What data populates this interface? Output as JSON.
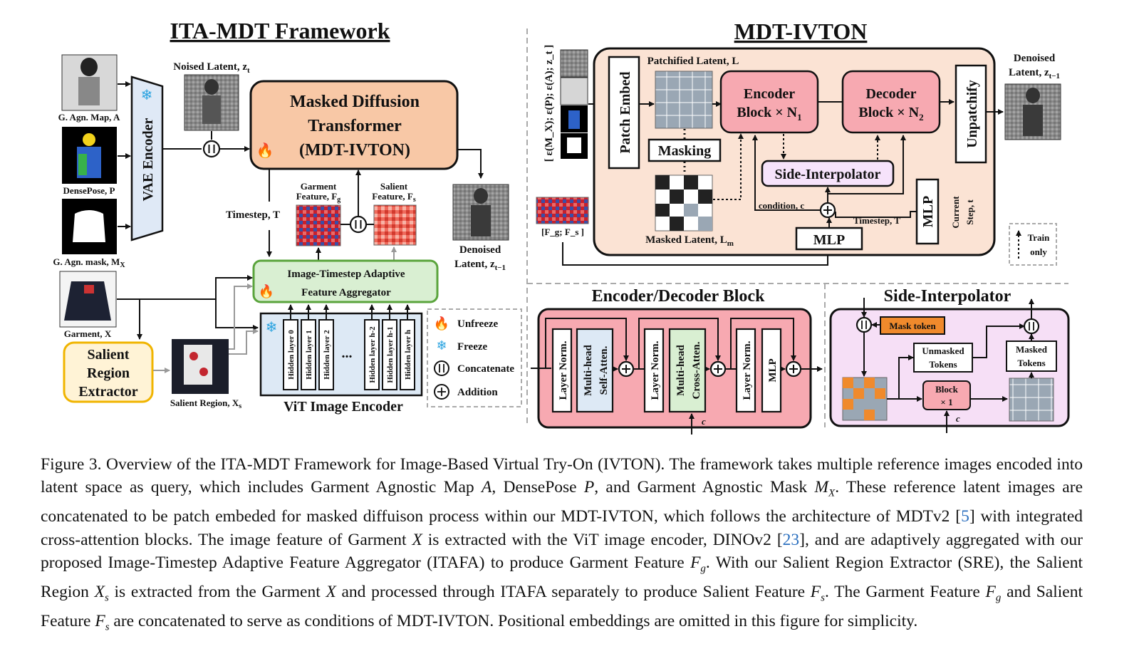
{
  "left": {
    "title": "ITA-MDT Framework",
    "inputs": {
      "agn_map": "G. Agn. Map, A",
      "densepose": "DensePose, P",
      "agn_mask": "G. Agn. mask, M",
      "agn_mask_sub": "X",
      "garment": "Garment, X",
      "salient_region": "Salient Region, X",
      "salient_region_sub": "s"
    },
    "vae_encoder": "VAE Encoder",
    "noised_latent": "Noised Latent, z",
    "noised_latent_sub": "t",
    "mdt": {
      "line1": "Masked Diffusion",
      "line2": "Transformer",
      "line3": "(MDT-IVTON)"
    },
    "timestep": "Timestep, T",
    "garment_feature": {
      "line1": "Garment",
      "line2": "Feature, F",
      "sub": "g"
    },
    "salient_feature": {
      "line1": "Salient",
      "line2": "Feature, F",
      "sub": "s"
    },
    "denoised": {
      "line1": "Denoised",
      "line2": "Latent, z",
      "sub": "t−1"
    },
    "itafa": {
      "line1": "Image-Timestep Adaptive",
      "line2": "Feature Aggregator"
    },
    "sre": {
      "line1": "Salient",
      "line2": "Region",
      "line3": "Extractor"
    },
    "vit": {
      "label": "ViT Image Encoder",
      "layers": [
        "Hidden layer 0",
        "Hidden layer 1",
        "Hidden layer 2",
        "Hidden layer h-2",
        "Hidden layer h-1",
        "Hidden layer h"
      ],
      "dots": "..."
    },
    "legend": {
      "unfreeze": "Unfreeze",
      "freeze": "Freeze",
      "concatenate": "Concatenate",
      "addition": "Addition"
    }
  },
  "right": {
    "title": "MDT-IVTON",
    "input_label": "[ ε(M_X); ε(P); ε(A); z_t ]",
    "fgfs_label": "[F_g; F_s ]",
    "patch_embed": "Patch Embed",
    "patchified_latent": "Patchified Latent, L",
    "masking": "Masking",
    "masked_latent": "Masked Latent, L",
    "masked_latent_sub": "m",
    "encoder_block": {
      "line1": "Encoder",
      "line2": "Block × N",
      "sub": "1"
    },
    "decoder_block": {
      "line1": "Decoder",
      "line2": "Block × N",
      "sub": "2"
    },
    "side_interpolator": "Side-Interpolator",
    "unpatchify": "Unpatchify",
    "condition": "condition, c",
    "timestep": "Timestep, T",
    "mlp": "MLP",
    "current_step": {
      "line1": "Current",
      "line2": "Step, t"
    },
    "denoised": {
      "line1": "Denoised",
      "line2": "Latent, z",
      "sub": "t−1"
    },
    "train_only": {
      "line1": "Train",
      "line2": "only"
    }
  },
  "bottom": {
    "encdec_title": "Encoder/Decoder Block",
    "layer_norm": "Layer Norm.",
    "mhsa": {
      "line1": "Multi-head",
      "line2": "Self-Atten."
    },
    "mhca": {
      "line1": "Multi-head",
      "line2": "Cross-Atten."
    },
    "mlp": "MLP",
    "c": "c",
    "side_title": "Side-Interpolator",
    "mask_token": "Mask token",
    "unmasked_tokens": {
      "line1": "Unmasked",
      "line2": "Tokens"
    },
    "masked_tokens": {
      "line1": "Masked",
      "line2": "Tokens"
    },
    "block": {
      "line1": "Block",
      "line2": "× 1"
    }
  },
  "caption": {
    "p1": "Figure 3. Overview of the ITA-MDT Framework for Image-Based Virtual Try-On (IVTON). The framework takes multiple reference images encoded into latent space as query, which includes Garment Agnostic Map ",
    "m_A": "A",
    "p2": ", DensePose ",
    "m_P": "P",
    "p3": ", and Garment Agnostic Mask ",
    "m_MX": "M",
    "m_MX_sub": "X",
    "p4": ". These reference latent images are concatenated to be patch embeded for masked diffuison process within our MDT-IVTON, which follows the architecture of MDTv2 [",
    "cite1": "5",
    "p5": "] with integrated cross-attention blocks. The image feature of Garment ",
    "m_X1": "X",
    "p6": " is extracted with the ViT image encoder, DINOv2 [",
    "cite2": "23",
    "p7": "], and are adaptively aggregated with our proposed Image-Timestep Adaptive Feature Aggregator (ITAFA) to produce Garment Feature ",
    "m_Fg1": "F",
    "m_Fg1_sub": "g",
    "p8": ". With our Salient Region Extractor (SRE), the Salient Region ",
    "m_Xs": "X",
    "m_Xs_sub": "s",
    "p9": " is extracted from the Garment ",
    "m_X2": "X",
    "p10": " and processed through ITAFA separately to produce Salient Feature ",
    "m_Fs1": "F",
    "m_Fs1_sub": "s",
    "p11": ". The Garment Feature ",
    "m_Fg2": "F",
    "m_Fg2_sub": "g",
    "p12": " and Salient Feature ",
    "m_Fs2": "F",
    "m_Fs2_sub": "s",
    "p13": " are concatenated to serve as conditions of MDT-IVTON. Positional embeddings are omitted in this figure for simplicity."
  },
  "colors": {
    "mdt_fill": "#f8c8a6",
    "itafa_fill": "#d9efd2",
    "itafa_stroke": "#5aa43c",
    "sre_fill": "#fff3d6",
    "sre_stroke": "#f0b400",
    "vit_fill": "#dde9f5",
    "vae_fill": "#dfe9f6",
    "ivton_panel": "#fbe3d4",
    "enc_fill": "#f7a9b1",
    "side_fill": "#f6e3fb",
    "side_panel_fill": "#f6dff6",
    "mask_token": "#f08a2c",
    "cite": "#2a6fbf"
  }
}
